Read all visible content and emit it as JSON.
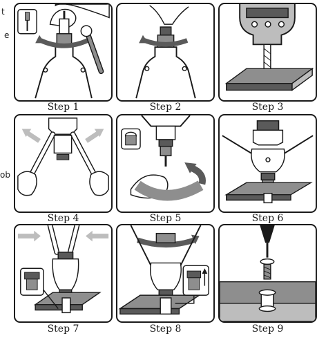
{
  "edge_fragments": {
    "top_left_1": "t",
    "top_left_2": "e",
    "mid_left": "ob"
  },
  "steps": [
    {
      "label": "Step 1",
      "icon": "wrench-and-mandrel-icon"
    },
    {
      "label": "Step 2",
      "icon": "tighten-nut-icon"
    },
    {
      "label": "Step 3",
      "icon": "drill-hole-icon"
    },
    {
      "label": "Step 4",
      "icon": "open-handles-icon"
    },
    {
      "label": "Step 5",
      "icon": "thread-insert-icon"
    },
    {
      "label": "Step 6",
      "icon": "insert-into-hole-icon"
    },
    {
      "label": "Step 7",
      "icon": "squeeze-handles-icon"
    },
    {
      "label": "Step 8",
      "icon": "unscrew-tool-icon"
    },
    {
      "label": "Step 9",
      "icon": "fasten-screw-icon"
    }
  ],
  "colors": {
    "outline": "#1a1a1a",
    "gray_fill": "#8e8e8e",
    "light_gray": "#bdbdbd",
    "dark_gray": "#5a5a5a"
  }
}
